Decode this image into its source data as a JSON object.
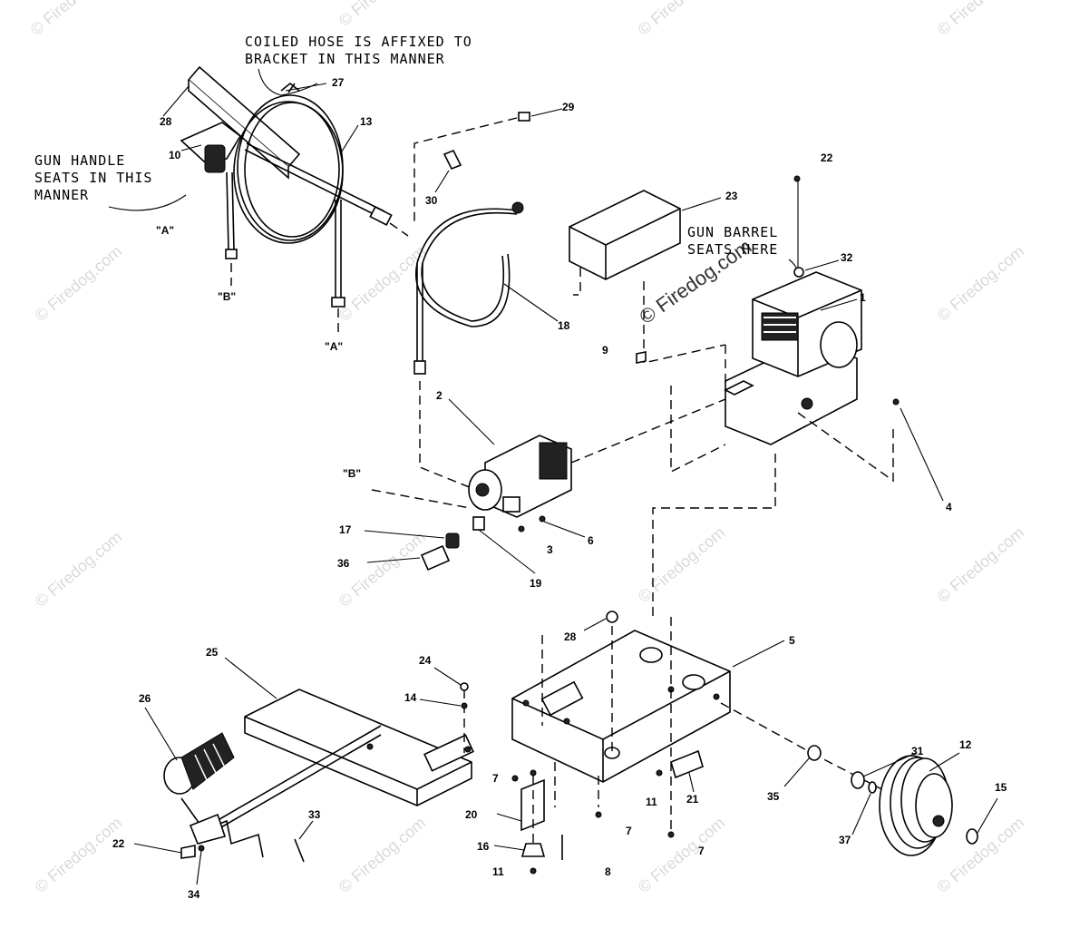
{
  "watermark": {
    "small": "© Firedog.com",
    "large": "© Firedog.com"
  },
  "notes": {
    "coiled_hose_line1": "COILED HOSE IS AFFIXED TO",
    "coiled_hose_line2": "BRACKET IN THIS MANNER",
    "gun_handle_line1": "GUN HANDLE",
    "gun_handle_line2": "SEATS IN THIS",
    "gun_handle_line3": "MANNER",
    "gun_barrel_line1": "GUN BARREL",
    "gun_barrel_line2": "SEATS HERE",
    "ref_a_top": "\"A\"",
    "ref_a_bottom": "\"A\"",
    "ref_b_top": "\"B\"",
    "ref_b_pump": "\"B\""
  },
  "callouts": {
    "c1": "1",
    "c2": "2",
    "c3": "3",
    "c4": "4",
    "c5": "5",
    "c6": "6",
    "c7a": "7",
    "c7b": "7",
    "c7c": "7",
    "c8": "8",
    "c9": "9",
    "c10": "10",
    "c11a": "11",
    "c11b": "11",
    "c12": "12",
    "c13": "13",
    "c14": "14",
    "c15": "15",
    "c16": "16",
    "c17": "17",
    "c18": "18",
    "c19": "19",
    "c20": "20",
    "c21": "21",
    "c22a": "22",
    "c22b": "22",
    "c23": "23",
    "c24": "24",
    "c25": "25",
    "c26": "26",
    "c27": "27",
    "c28a": "28",
    "c28b": "28",
    "c29": "29",
    "c30": "30",
    "c31": "31",
    "c32": "32",
    "c33": "33",
    "c34": "34",
    "c35": "35",
    "c36": "36",
    "c37": "37"
  }
}
